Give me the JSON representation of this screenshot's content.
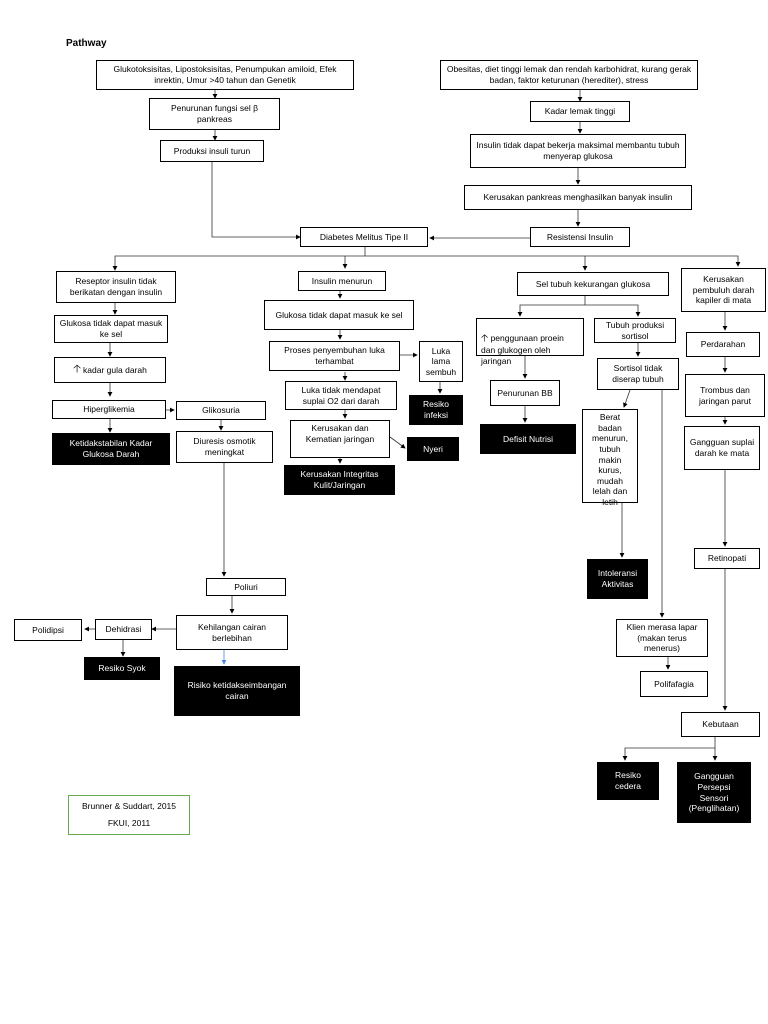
{
  "title": "Pathway",
  "nodes": {
    "causes_left": "Glukotoksisitas, Lipostoksisitas, Penumpukan amiloid, Efek inrektin, Umur >40 tahun dan Genetik",
    "causes_right": "Obesitas, diet tinggi lemak dan rendah karbohidrat, kurang gerak badan, faktor keturunan (herediter), stress",
    "beta_cell": "Penurunan fungsi sel β\npankreas",
    "insulin_prod_down": "Produksi insuli turun",
    "high_fat": "Kadar lemak tinggi",
    "insulin_cannot_work": "Insulin tidak dapat bekerja maksimal membantu tubuh menyerap glukosa",
    "pancreas_damage": "Kerusakan pankreas menghasilkan banyak insulin",
    "insulin_resistance": "Resistensi Insulin",
    "dm2": "Diabetes Melitus Tipe II",
    "receptor": "Reseptor insulin tidak berikatan dengan insulin",
    "glucose_no_cell_1": "Glukosa tidak dapat masuk ke sel",
    "blood_sugar_up": "kadar gula darah",
    "hyperglycemia": "Hiperglikemia",
    "glycosuria": "Glikosuria",
    "dx_glucose": "Ketidakstabilan Kadar Glukosa Darah",
    "osmotic_diuresis": "Diuresis osmotik meningkat",
    "polyuria": "Poliuri",
    "fluid_loss": "Kehilangan cairan berlebihan",
    "dehydration": "Dehidrasi",
    "polydipsia": "Polidipsi",
    "dx_shock": "Resiko Syok",
    "dx_fluid": "Risiko ketidakseimbangan cairan",
    "insulin_down": "Insulin menurun",
    "glucose_no_cell_2": "Glukosa tidak dapat masuk ke sel",
    "healing_inhibited": "Proses penyembuhan luka terhambat",
    "wound_slow": "Luka lama sembuh",
    "dx_infection": "Resiko infeksi",
    "wound_no_o2": "Luka tidak mendapat suplai O2 dari darah",
    "tissue_death": "Kerusakan dan Kematian jaringan",
    "dx_pain": "Nyeri",
    "dx_integrity": "Kerusakan Integritas Kulit/Jaringan",
    "cells_lack_glucose": "Sel tubuh kekurangan glukosa",
    "protein_use": "penggunaan proein dan glukogen oleh jaringan",
    "weight_loss": "Penurunan BB",
    "dx_nutrition": "Defisit Nutrisi",
    "cortisol_prod": "Tubuh produksi sortisol",
    "cortisol_absorb": "Sortisol tidak diserap tubuh",
    "weight_down_tired": "Berat badan menurun, tubuh makin kurus, mudah lelah dan letih",
    "dx_activity": "Intoleransi Aktivitas",
    "hungry": "Klien merasa lapar (makan terus menerus)",
    "polyphagia": "Polifafagia",
    "capillary_damage": "Kerusakan pembuluh darah kapiler di mata",
    "bleeding": "Perdarahan",
    "thrombus": "Trombus dan jaringan parut",
    "blood_supply": "Gangguan suplai darah ke mata",
    "retinopathy": "Retinopati",
    "blindness": "Kebutaan",
    "dx_injury": "Resiko cedera",
    "dx_sensory": "Gangguan Persepsi Sensori (Penglihatan)"
  },
  "references": [
    "Brunner & Suddart, 2015",
    "FKUI, 2011"
  ],
  "colors": {
    "diagnosis_fill": "#000000",
    "reference_border": "#6aa84f",
    "accent_arrow": "#4a86e8"
  }
}
